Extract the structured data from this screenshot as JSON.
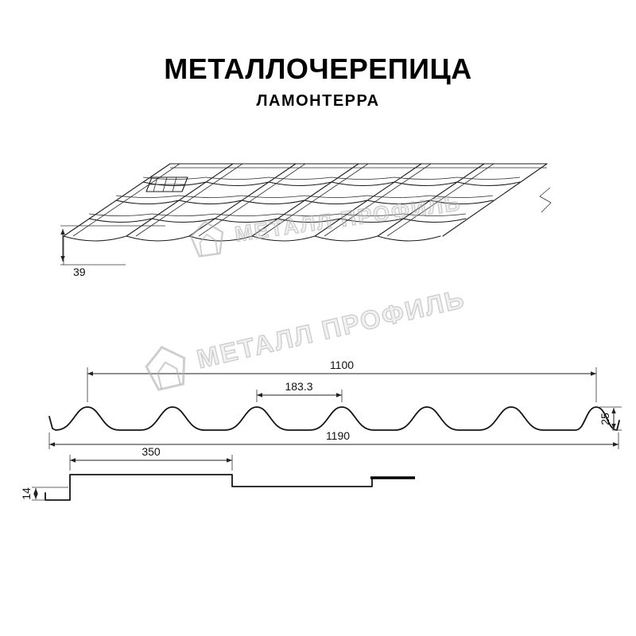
{
  "header": {
    "title": "МЕТАЛЛОЧЕРЕПИЦА",
    "subtitle": "ЛАМОНТЕРРА"
  },
  "watermark": {
    "text": "МЕТАЛЛ ПРОФИЛЬ"
  },
  "dimensions": {
    "perspective_height": "39",
    "cover_width": "1100",
    "module_width": "183.3",
    "wave_height": "25",
    "overall_width": "1190",
    "step_length": "350",
    "step_height": "14"
  }
}
